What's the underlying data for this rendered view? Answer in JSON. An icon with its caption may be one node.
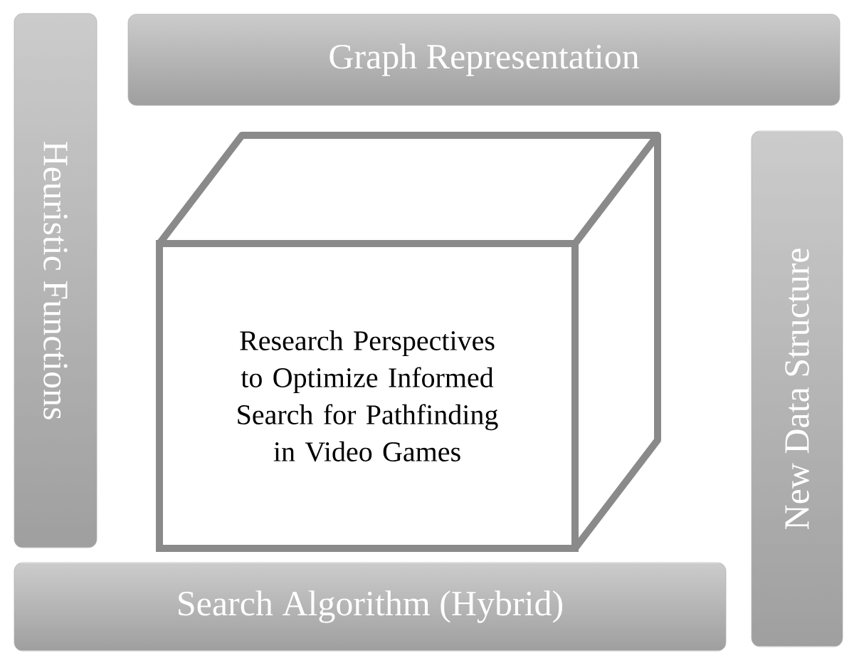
{
  "diagram": {
    "nodes": [
      {
        "text": [
          "Graph Representation"
        ]
      },
      {
        "text": [
          "Heuristic Functions"
        ]
      },
      {
        "text": [
          "Research Perspectives to Optimize Informed Search for Pathfinding in Video Games"
        ]
      },
      {
        "text": [
          "New Data Structure"
        ]
      },
      {
        "text": [
          "Search Algorithm (Hybrid)"
        ]
      }
    ]
  }
}
